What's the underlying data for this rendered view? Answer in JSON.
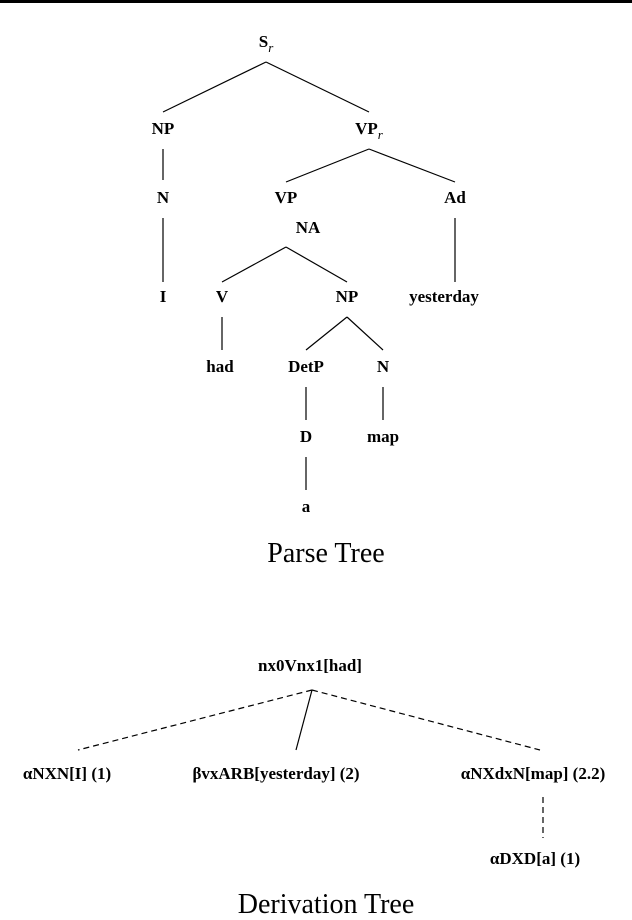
{
  "parse_tree": {
    "caption": "Parse Tree",
    "nodes": {
      "S": {
        "label": "S",
        "sub": "r"
      },
      "NP1": {
        "label": "NP"
      },
      "VP_r": {
        "label": "VP",
        "sub": "r"
      },
      "N1": {
        "label": "N"
      },
      "VP": {
        "label": "VP"
      },
      "NA": {
        "label": "NA"
      },
      "Ad": {
        "label": "Ad"
      },
      "I": {
        "label": "I"
      },
      "V": {
        "label": "V"
      },
      "NP2": {
        "label": "NP"
      },
      "yesterday": {
        "label": "yesterday"
      },
      "had": {
        "label": "had"
      },
      "DetP": {
        "label": "DetP"
      },
      "N2": {
        "label": "N"
      },
      "D": {
        "label": "D"
      },
      "map": {
        "label": "map"
      },
      "a": {
        "label": "a"
      }
    }
  },
  "derivation_tree": {
    "caption": "Derivation Tree",
    "root": "nx0Vnx1[had]",
    "children": [
      {
        "label": "αNXN[I] (1)",
        "link": "dashed"
      },
      {
        "label": "βvxARB[yesterday] (2)",
        "link": "solid"
      },
      {
        "label": "αNXdxN[map] (2.2)",
        "link": "dashed"
      }
    ],
    "grandchild": {
      "label": "αDXD[a] (1)",
      "link": "dashed"
    }
  }
}
